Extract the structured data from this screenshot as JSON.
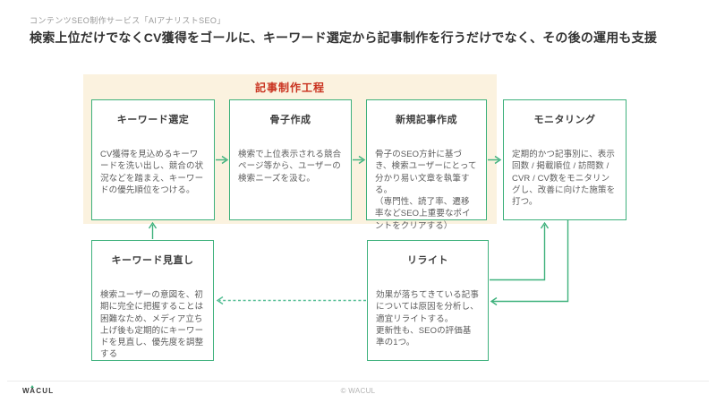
{
  "header": {
    "eyebrow": "コンテンツSEO制作サービス「AIアナリストSEO」",
    "title": "検索上位だけでなくCV獲得をゴールに、キーワード選定から記事制作を行うだけでなく、その後の運用も支援"
  },
  "diagram": {
    "group_label": "記事制作工程",
    "boxes": {
      "keyword_selection": {
        "title": "キーワード選定",
        "body": "CV獲得を見込めるキーワードを洗い出し、競合の状況などを踏まえ、キーワードの優先順位をつける。"
      },
      "outline": {
        "title": "骨子作成",
        "body": "検索で上位表示される競合ページ等から、ユーザーの検索ニーズを汲む。"
      },
      "new_article": {
        "title": "新規記事作成",
        "body": "骨子のSEO方針に基づき、検索ユーザーにとって分かり易い文章を執筆する。\n（専門性、読了率、遷移率などSEO上重要なポイントをクリアする）"
      },
      "monitoring": {
        "title": "モニタリング",
        "body": "定期的かつ記事別に、表示回数 / 掲載順位 / 訪問数 / CVR / CV数をモニタリングし、改善に向けた施策を打つ。"
      },
      "keyword_review": {
        "title": "キーワード見直し",
        "body": "検索ユーザーの意図を、初期に完全に把握することは困難なため、メディア立ち上げ後も定期的にキーワードを見直し、優先度を調整する"
      },
      "rewrite": {
        "title": "リライト",
        "body": "効果が落ちてきている記事については原因を分析し、適宜リライトする。\n更新性も、SEOの評価基準の1つ。"
      }
    },
    "colors": {
      "accent_green": "#3eb17c",
      "dashed_green": "#52bd93",
      "label_red": "#c9321f",
      "panel_beige": "#fbf2df"
    }
  },
  "footer": {
    "logo": "WACUL",
    "copyright": "© WACUL"
  }
}
